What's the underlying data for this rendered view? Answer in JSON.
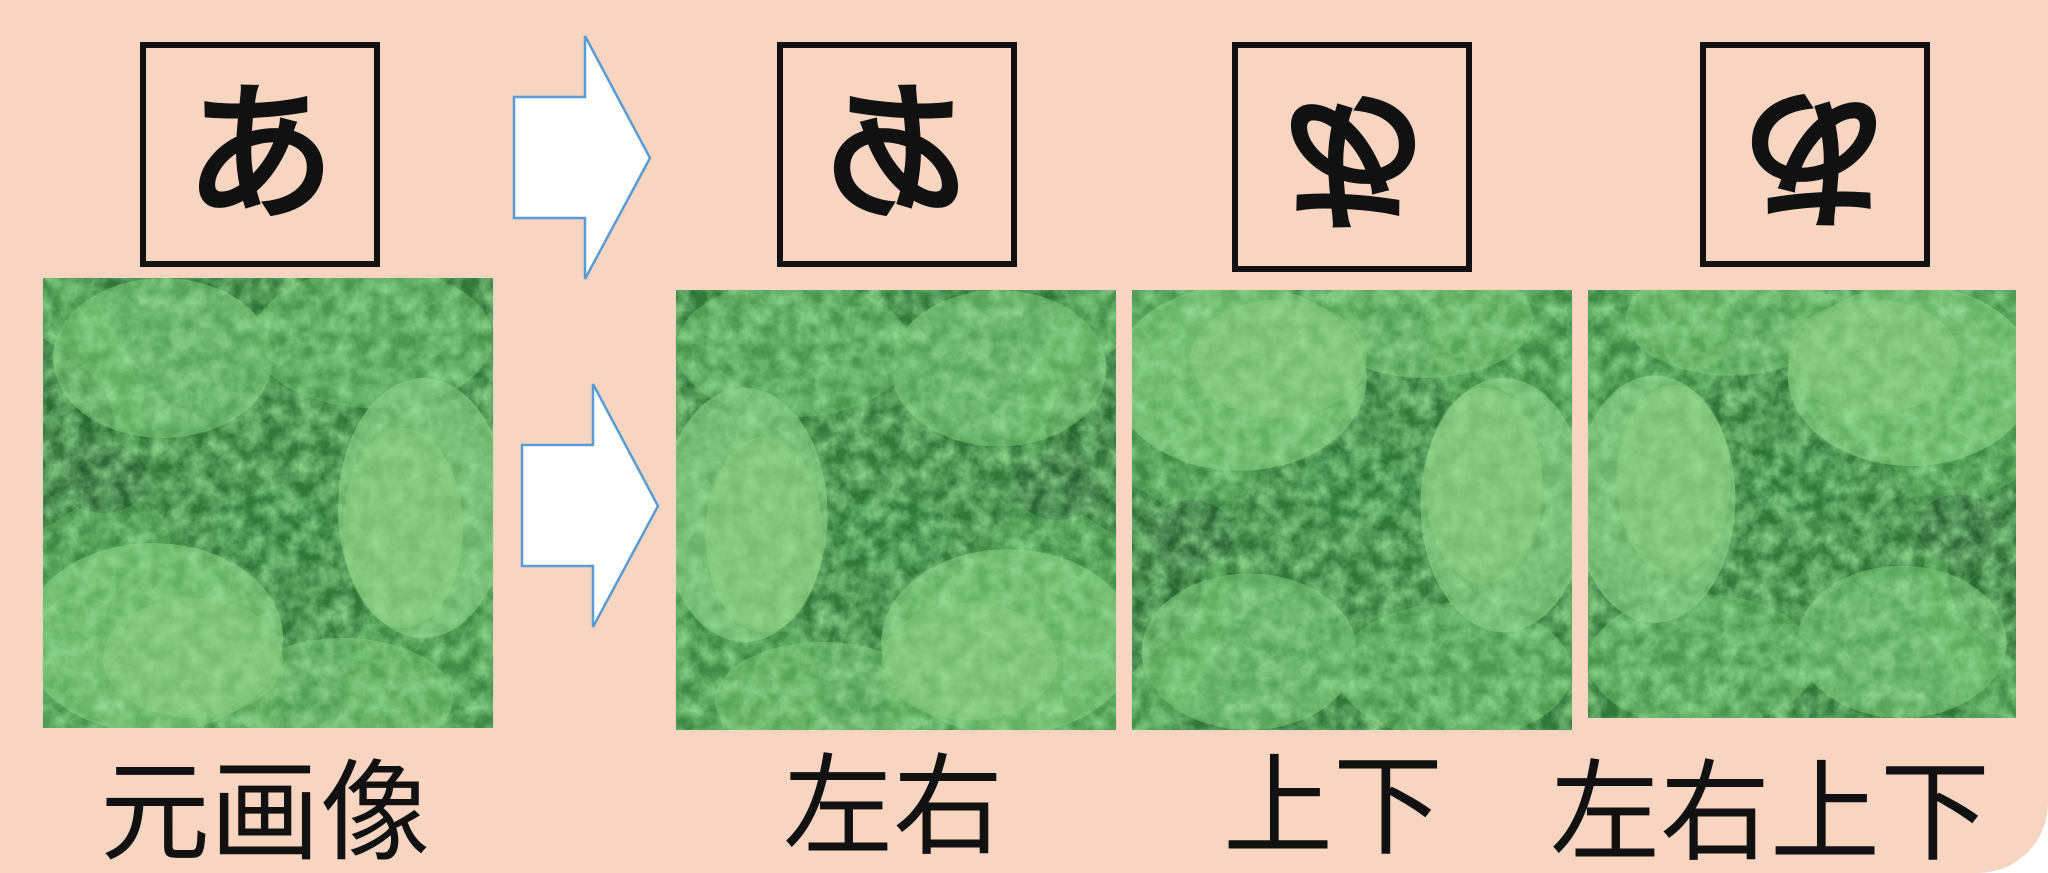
{
  "glyph": "あ",
  "captions": {
    "original": "元画像",
    "horizontal": "左右",
    "vertical": "上下",
    "both": "左右上下"
  },
  "colors": {
    "background": "#f8d5c0",
    "arrow_fill": "#ffffff",
    "arrow_stroke": "#5b9bd5",
    "box_border": "#111111"
  },
  "icons": [
    "right-arrow-icon"
  ],
  "flips": {
    "horizontal": "left-right mirror",
    "vertical": "top-bottom mirror",
    "both": "left-right and top-bottom mirror"
  }
}
